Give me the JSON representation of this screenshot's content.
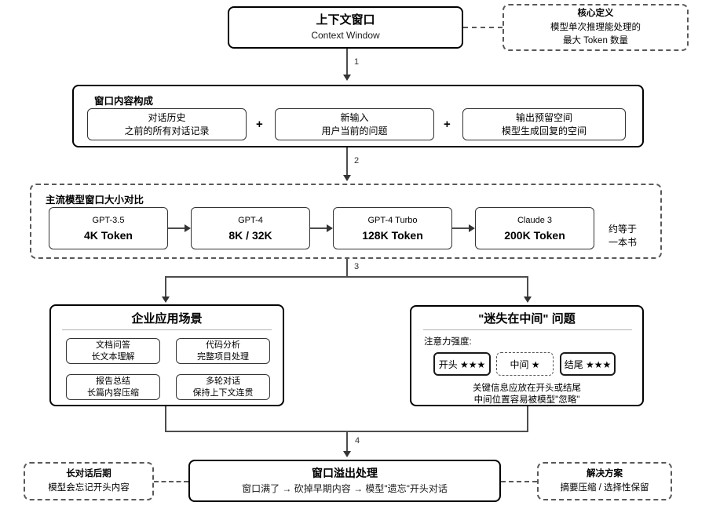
{
  "diagram": {
    "context_window": {
      "title": "上下文窗口",
      "subtitle": "Context Window"
    },
    "core_definition": {
      "title": "核心定义",
      "line1": "模型单次推理能处理的",
      "line2": "最大 Token 数量"
    },
    "steps": {
      "s1": "1",
      "s2": "2",
      "s3": "3",
      "s4": "4"
    },
    "composition": {
      "label": "窗口内容构成",
      "plus": "+",
      "items": [
        {
          "title": "对话历史",
          "subtitle": "之前的所有对话记录"
        },
        {
          "title": "新输入",
          "subtitle": "用户当前的问题"
        },
        {
          "title": "输出预留空间",
          "subtitle": "模型生成回复的空间"
        }
      ]
    },
    "models": {
      "label": "主流模型窗口大小对比",
      "items": [
        {
          "name": "GPT-3.5",
          "size": "4K Token"
        },
        {
          "name": "GPT-4",
          "size": "8K / 32K"
        },
        {
          "name": "GPT-4 Turbo",
          "size": "128K Token"
        },
        {
          "name": "Claude 3",
          "size": "200K Token"
        }
      ],
      "note_line1": "约等于",
      "note_line2": "一本书"
    },
    "scenarios": {
      "title": "企业应用场景",
      "items": [
        {
          "title": "文档问答",
          "subtitle": "长文本理解"
        },
        {
          "title": "代码分析",
          "subtitle": "完整项目处理"
        },
        {
          "title": "报告总结",
          "subtitle": "长篇内容压缩"
        },
        {
          "title": "多轮对话",
          "subtitle": "保持上下文连贯"
        }
      ]
    },
    "lost_in_middle": {
      "title": "\"迷失在中间\" 问题",
      "attention_label": "注意力强度:",
      "positions": [
        {
          "label": "开头 ★★★"
        },
        {
          "label": "中间 ★"
        },
        {
          "label": "结尾 ★★★"
        }
      ],
      "note_line1": "关键信息应放在开头或结尾",
      "note_line2": "中间位置容易被模型\"忽略\""
    },
    "overflow": {
      "title": "窗口溢出处理",
      "subtitle": "窗口满了 → 砍掉早期内容 → 模型\"遗忘\"开头对话"
    },
    "late_conversation": {
      "title": "长对话后期",
      "subtitle": "模型会忘记开头内容"
    },
    "solution": {
      "title": "解决方案",
      "subtitle": "摘要压缩 / 选择性保留"
    },
    "colors": {
      "node_border": "#000000",
      "connector": "#4d4d4d",
      "dashed_border": "#595959"
    }
  }
}
